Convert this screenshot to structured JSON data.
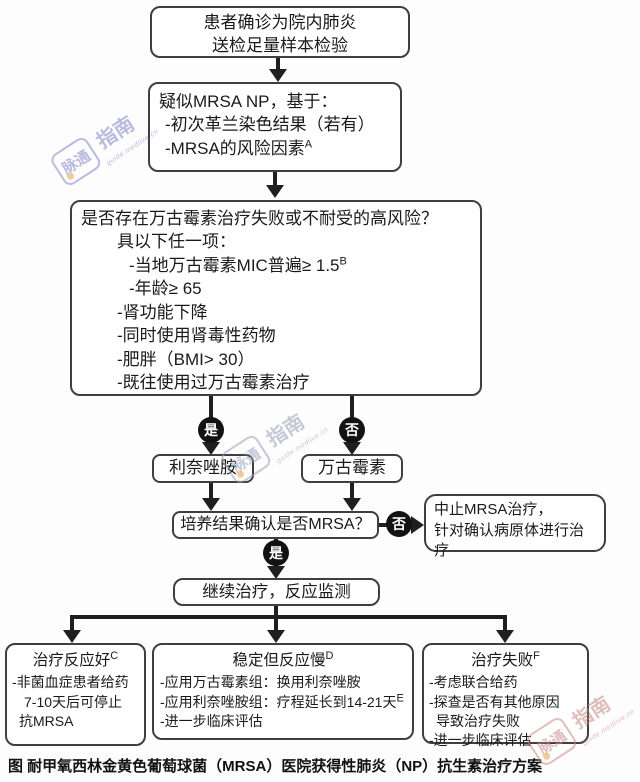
{
  "colors": {
    "box_border": "#3f3f3f",
    "arrow": "#1f1f1f",
    "watermark_blue": "#8585c8",
    "watermark_grey": "#98a0b5",
    "watermark_red": "#c88a8a",
    "watermark_dot": "#e8a33d",
    "decision_circle": "#121212"
  },
  "watermark": {
    "logo": "脉通",
    "guide": "指南",
    "url": "guide.medlive.cn"
  },
  "flow": {
    "admit": {
      "line1": "患者确诊为院内肺炎",
      "line2": "送检足量样本检验"
    },
    "suspect": {
      "line1": "疑似MRSA NP，基于：",
      "line2": "-初次革兰染色结果（若有）",
      "line3": "-MRSA的风险因素",
      "line3_sup": "A"
    },
    "risk": {
      "title": "是否存在万古霉素治疗失败或不耐受的高风险？",
      "subtitle": "具以下任一项：",
      "item1": "-当地万古霉素MIC普遍≥ 1.5",
      "item1_sup": "B",
      "item2": "-年龄≥ 65",
      "item3": "-肾功能下降",
      "item4": "-同时使用肾毒性药物",
      "item5": "-肥胖（BMI> 30）",
      "item6": "-既往使用过万古霉素治疗"
    },
    "yes_label": "是",
    "no_label": "否",
    "linezolid": "利奈唑胺",
    "vancomycin": "万古霉素",
    "culture": "培养结果确认是否MRSA？",
    "stop": {
      "line1": "中止MRSA治疗，",
      "line2": "针对确认病原体进行治疗"
    },
    "continue": "继续治疗，反应监测",
    "good": {
      "title": "治疗反应好",
      "sup": "C",
      "line1": "-非菌血症患者给药",
      "line2": "7-10天后可停止",
      "line3": "抗MRSA"
    },
    "slow": {
      "title": "稳定但反应慢",
      "sup": "D",
      "line1": "-应用万古霉素组：换用利奈唑胺",
      "line2": "-应用利奈唑胺组：疗程延长到14-21天",
      "line2_sup": "E",
      "line3": "-进一步临床评估"
    },
    "fail": {
      "title": "治疗失败",
      "sup": "F",
      "line1": "-考虑联合给药",
      "line2": "-探查是否有其他原因",
      "line3": "导致治疗失败",
      "line4": "-进一步临床评估"
    }
  },
  "caption": "图 耐甲氧西林金黄色葡萄球菌（MRSA）医院获得性肺炎（NP）抗生素治疗方案"
}
